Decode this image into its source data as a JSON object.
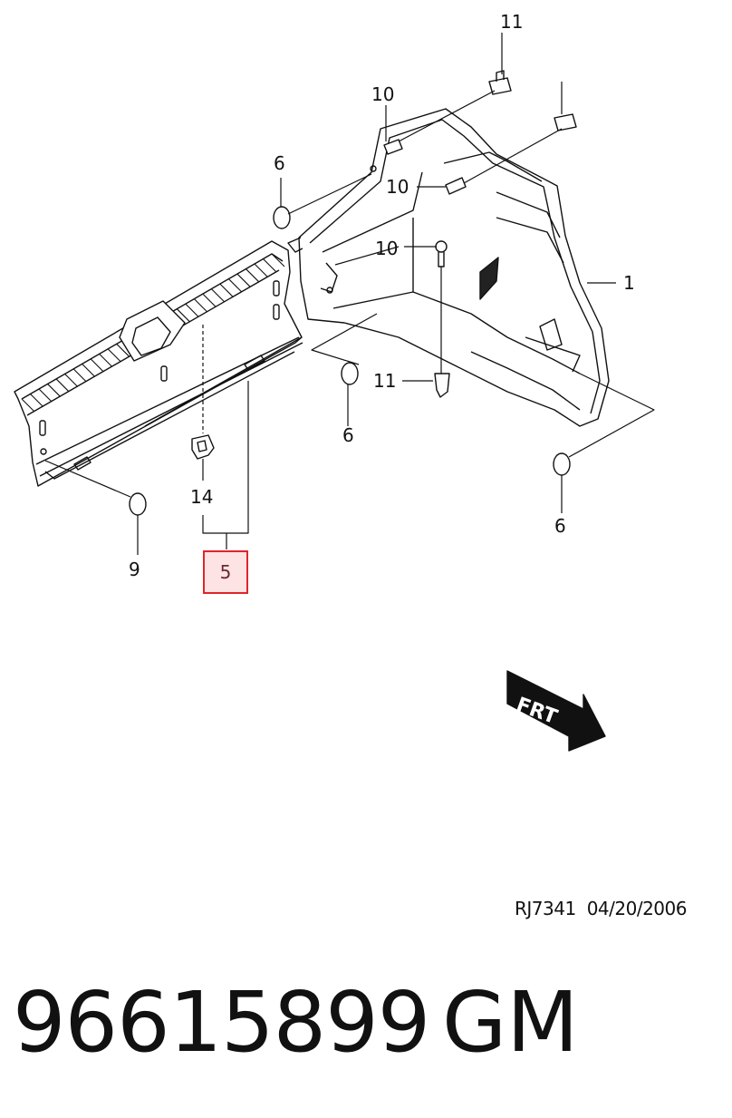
{
  "callouts": {
    "c11_top": "11",
    "c10_a": "10",
    "c6_a": "6",
    "c10_b": "10",
    "c10_c": "10",
    "c1": "1",
    "c6_b": "6",
    "c11_b": "11",
    "c14": "14",
    "c9": "9",
    "c6_c": "6",
    "c5": "5"
  },
  "direction_arrow": {
    "label": "FRT"
  },
  "footer": {
    "drawing_code": "RJ7341",
    "drawing_date": "04/20/2006",
    "part_number": "96615899",
    "manufacturer": "GM"
  },
  "colors": {
    "highlight_border": "#e0242a",
    "highlight_fill": "#fde3e4",
    "line": "#111111"
  }
}
